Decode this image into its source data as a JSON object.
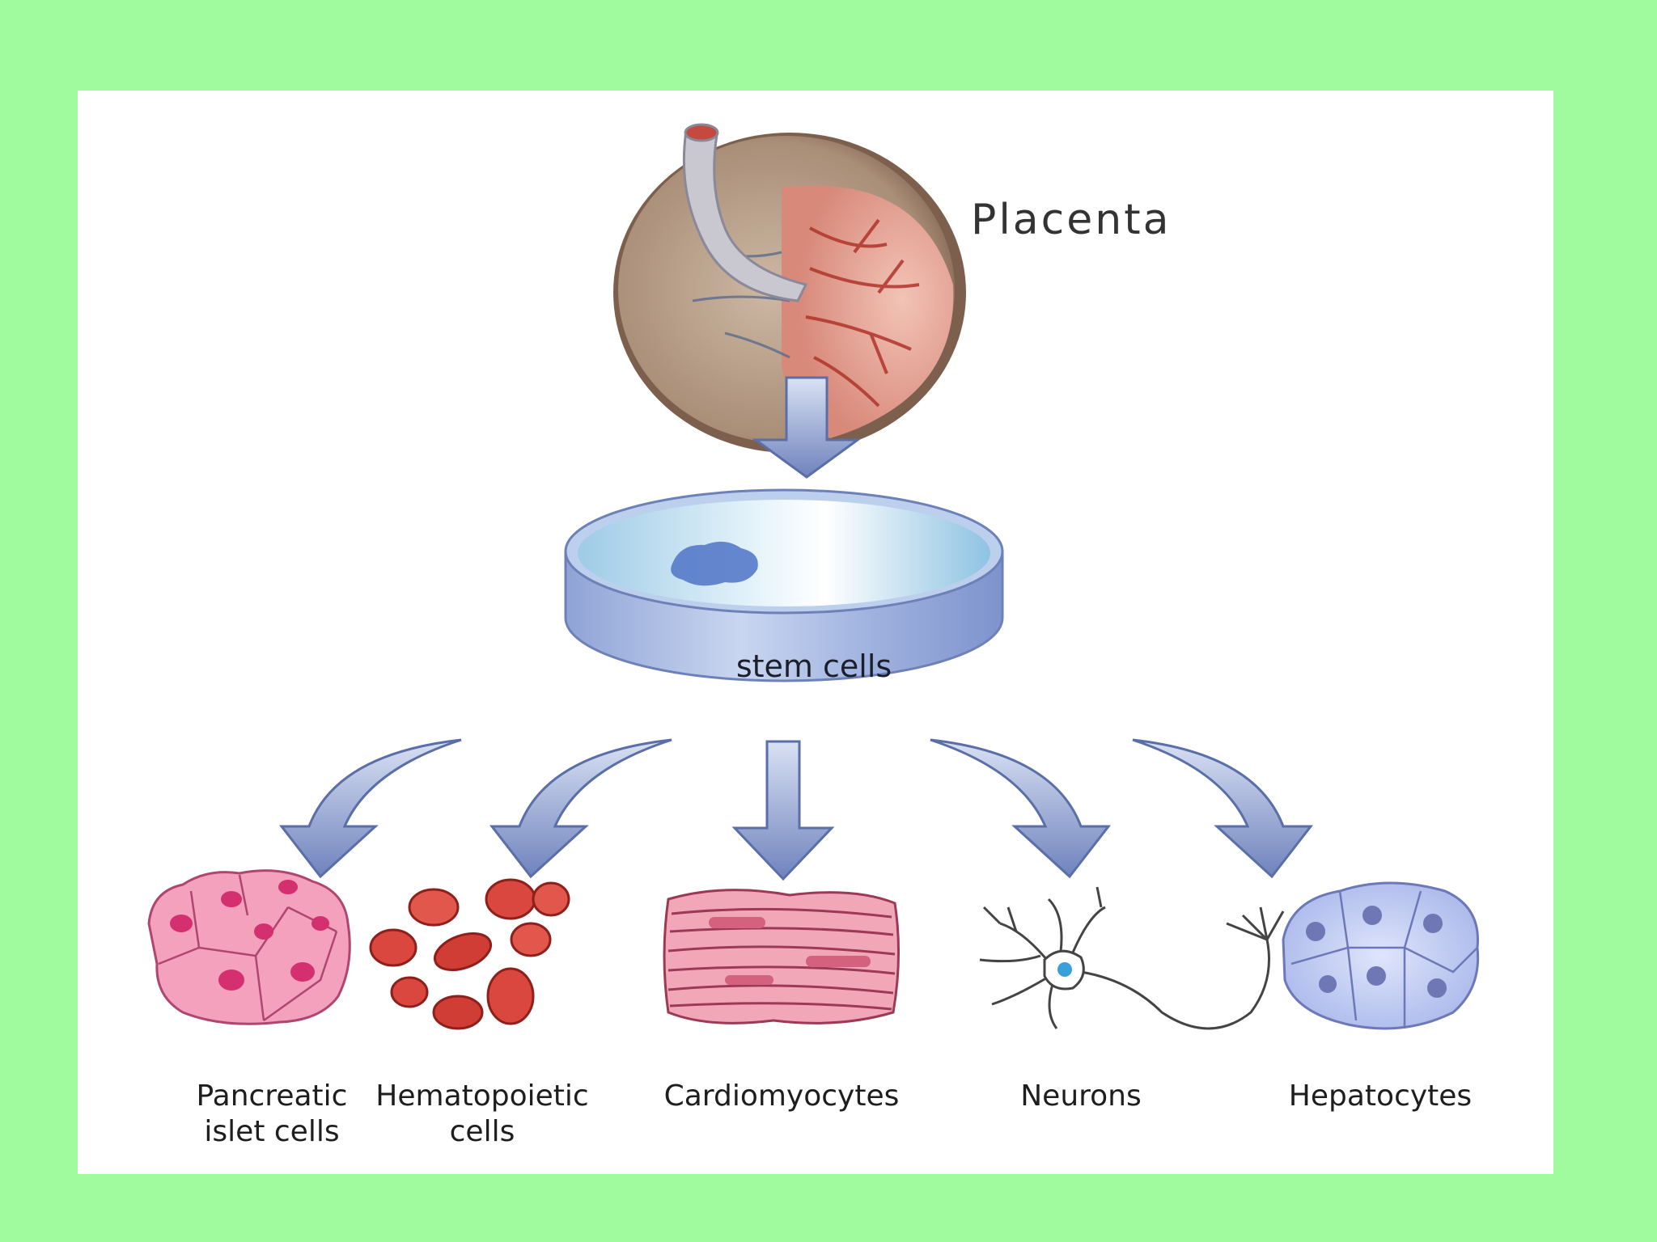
{
  "source": {
    "title": "Placenta",
    "intermediate": "stem cells"
  },
  "cell_types": [
    {
      "line1": "Pancreatic",
      "line2": "islet cells"
    },
    {
      "line1": "Hematopoietic",
      "line2": "cells"
    },
    {
      "line1": "Cardiomyocytes",
      "line2": ""
    },
    {
      "line1": "Neurons",
      "line2": ""
    },
    {
      "line1": "Hepatocytes",
      "line2": ""
    }
  ],
  "colors": {
    "page_background": "#9ffb9d",
    "panel": "#ffffff",
    "arrow": "#8ea0cf",
    "dish": "#b6c8ea",
    "pancreatic": "#f08fb0",
    "blood": "#d9473f",
    "muscle": "#e78aa0",
    "neuron": "#3aa0d9",
    "hepatocyte": "#b6c2ee"
  }
}
